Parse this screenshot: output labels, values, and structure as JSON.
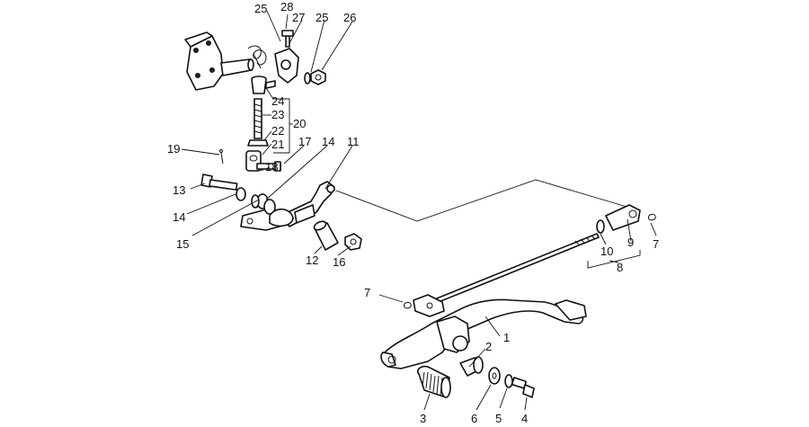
{
  "callouts": {
    "c1": "1",
    "c2": "2",
    "c3": "3",
    "c4": "4",
    "c5": "5",
    "c6": "6",
    "c7a": "7",
    "c7b": "7",
    "c8": "8",
    "c9": "9",
    "c10": "10",
    "c11": "11",
    "c12": "12",
    "c13": "13",
    "c14a": "14",
    "c14b": "14",
    "c15": "15",
    "c16": "16",
    "c17": "17",
    "c18": "18",
    "c19": "19",
    "c20": "20",
    "c21": "21",
    "c22": "22",
    "c23": "23",
    "c24": "24",
    "c25a": "25",
    "c25b": "25",
    "c26": "26",
    "c27": "27",
    "c28": "28"
  }
}
